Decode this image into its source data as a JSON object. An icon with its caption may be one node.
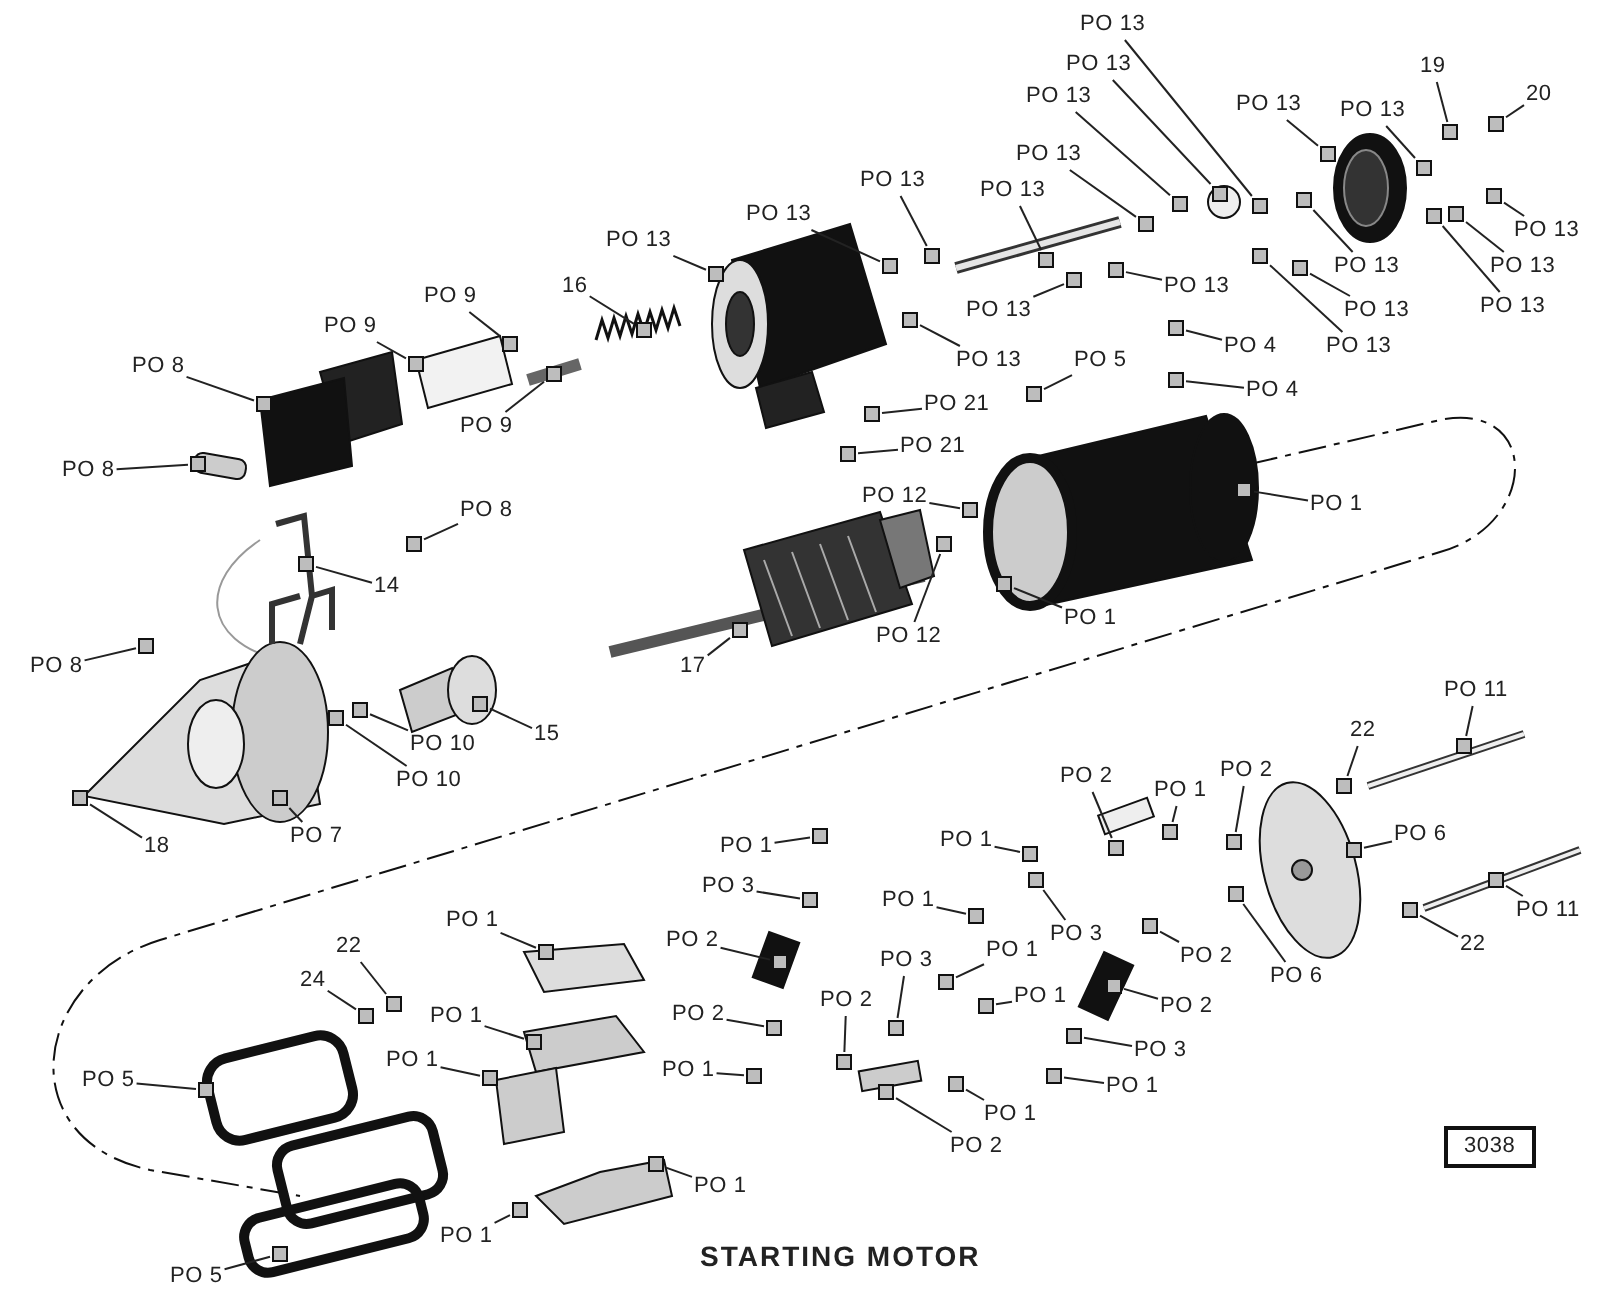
{
  "diagram": {
    "title": "STARTING MOTOR",
    "nodes": [
      {
        "text": [
          "PO 13"
        ]
      },
      {
        "text": [
          "PO 13"
        ]
      },
      {
        "text": [
          "19"
        ]
      },
      {
        "text": [
          "20"
        ]
      },
      {
        "text": [
          "PO 13"
        ]
      },
      {
        "text": [
          "PO 13"
        ]
      },
      {
        "text": [
          "PO 13"
        ]
      },
      {
        "text": [
          "PO 13"
        ]
      },
      {
        "text": [
          "PO 13"
        ]
      },
      {
        "text": [
          "PO 13"
        ]
      },
      {
        "text": [
          "PO 13"
        ]
      },
      {
        "text": [
          "PO 13"
        ]
      },
      {
        "text": [
          "PO 13"
        ]
      },
      {
        "text": [
          "PO 13"
        ]
      },
      {
        "text": [
          "PO 13"
        ]
      },
      {
        "text": [
          "PO 13"
        ]
      },
      {
        "text": [
          "16"
        ]
      },
      {
        "text": [
          "PO 9"
        ]
      },
      {
        "text": [
          "PO 13"
        ]
      },
      {
        "text": [
          "PO 13"
        ]
      },
      {
        "text": [
          "PO 13"
        ]
      },
      {
        "text": [
          "PO 9"
        ]
      },
      {
        "text": [
          "PO 13"
        ]
      },
      {
        "text": [
          "PO 4"
        ]
      },
      {
        "text": [
          "PO 13"
        ]
      },
      {
        "text": [
          "PO 5"
        ]
      },
      {
        "text": [
          "PO 8"
        ]
      },
      {
        "text": [
          "PO 4"
        ]
      },
      {
        "text": [
          "PO 21"
        ]
      },
      {
        "text": [
          "PO 9"
        ]
      },
      {
        "text": [
          "PO 21"
        ]
      },
      {
        "text": [
          "PO 8"
        ]
      },
      {
        "text": [
          "PO 12"
        ]
      },
      {
        "text": [
          "PO 1"
        ]
      },
      {
        "text": [
          "PO 8"
        ]
      },
      {
        "text": [
          "14"
        ]
      },
      {
        "text": [
          "PO 1"
        ]
      },
      {
        "text": [
          "PO 12"
        ]
      },
      {
        "text": [
          "PO 8"
        ]
      },
      {
        "text": [
          "17"
        ]
      },
      {
        "text": [
          "PO 11"
        ]
      },
      {
        "text": [
          "22"
        ]
      },
      {
        "text": [
          "15"
        ]
      },
      {
        "text": [
          "PO 10"
        ]
      },
      {
        "text": [
          "PO 2"
        ]
      },
      {
        "text": [
          "PO 2"
        ]
      },
      {
        "text": [
          "PO 10"
        ]
      },
      {
        "text": [
          "PO 1"
        ]
      },
      {
        "text": [
          "PO 6"
        ]
      },
      {
        "text": [
          "PO 7"
        ]
      },
      {
        "text": [
          "PO 1"
        ]
      },
      {
        "text": [
          "18"
        ]
      },
      {
        "text": [
          "PO 1"
        ]
      },
      {
        "text": [
          "PO 3"
        ]
      },
      {
        "text": [
          "PO 1"
        ]
      },
      {
        "text": [
          "PO 11"
        ]
      },
      {
        "text": [
          "PO 1"
        ]
      },
      {
        "text": [
          "PO 3"
        ]
      },
      {
        "text": [
          "PO 2"
        ]
      },
      {
        "text": [
          "22"
        ]
      },
      {
        "text": [
          "22"
        ]
      },
      {
        "text": [
          "PO 1"
        ]
      },
      {
        "text": [
          "PO 2"
        ]
      },
      {
        "text": [
          "PO 3"
        ]
      },
      {
        "text": [
          "PO 6"
        ]
      },
      {
        "text": [
          "24"
        ]
      },
      {
        "text": [
          "PO 1"
        ]
      },
      {
        "text": [
          "PO 2"
        ]
      },
      {
        "text": [
          "PO 2"
        ]
      },
      {
        "text": [
          "PO 2"
        ]
      },
      {
        "text": [
          "PO 1"
        ]
      },
      {
        "text": [
          "PO 3"
        ]
      },
      {
        "text": [
          "PO 1"
        ]
      },
      {
        "text": [
          "PO 1"
        ]
      },
      {
        "text": [
          "PO 5"
        ]
      },
      {
        "text": [
          "PO 1"
        ]
      },
      {
        "text": [
          "PO 1"
        ]
      },
      {
        "text": [
          "PO 2"
        ]
      },
      {
        "text": [
          "PO 1"
        ]
      },
      {
        "text": [
          "PO 1"
        ]
      },
      {
        "text": [
          "PO 5"
        ]
      },
      {
        "text": [
          "3038"
        ]
      },
      {
        "text": [],
        "shape": "box"
      },
      {
        "text": [],
        "shape": "box"
      },
      {
        "text": [],
        "shape": "box"
      },
      {
        "text": [],
        "shape": "box"
      },
      {
        "text": [],
        "shape": "box"
      },
      {
        "text": [],
        "shape": "box"
      },
      {
        "text": [],
        "shape": "box"
      },
      {
        "text": [],
        "shape": "box"
      },
      {
        "text": [],
        "shape": "box"
      },
      {
        "text": [],
        "shape": "box"
      },
      {
        "text": [],
        "shape": "box"
      },
      {
        "text": [],
        "shape": "box"
      },
      {
        "text": [],
        "shape": "box"
      },
      {
        "text": [],
        "shape": "box"
      },
      {
        "text": [],
        "shape": "box"
      },
      {
        "text": [],
        "shape": "box"
      },
      {
        "text": [],
        "shape": "box"
      },
      {
        "text": [],
        "shape": "box"
      },
      {
        "text": [],
        "shape": "box"
      },
      {
        "text": [],
        "shape": "box"
      },
      {
        "text": [],
        "shape": "box"
      },
      {
        "text": [],
        "shape": "box"
      },
      {
        "text": [],
        "shape": "box"
      },
      {
        "text": [],
        "shape": "box"
      },
      {
        "text": [],
        "shape": "box"
      },
      {
        "text": [],
        "shape": "box"
      },
      {
        "text": [],
        "shape": "box"
      },
      {
        "text": [],
        "shape": "box"
      },
      {
        "text": [],
        "shape": "box"
      },
      {
        "text": [],
        "shape": "box"
      },
      {
        "text": [],
        "shape": "box"
      },
      {
        "text": [],
        "shape": "box"
      },
      {
        "text": [],
        "shape": "box"
      },
      {
        "text": [],
        "shape": "box"
      },
      {
        "text": [],
        "shape": "box"
      },
      {
        "text": [],
        "shape": "box"
      },
      {
        "text": [],
        "shape": "box"
      },
      {
        "text": [],
        "shape": "box"
      },
      {
        "text": [],
        "shape": "box"
      },
      {
        "text": [],
        "shape": "box"
      },
      {
        "text": [],
        "shape": "box"
      },
      {
        "text": [],
        "shape": "box"
      },
      {
        "text": [],
        "shape": "box"
      },
      {
        "text": [],
        "shape": "box"
      },
      {
        "text": [],
        "shape": "box"
      },
      {
        "text": [],
        "shape": "box"
      },
      {
        "text": [],
        "shape": "box"
      },
      {
        "text": [],
        "shape": "box"
      },
      {
        "text": [],
        "shape": "box"
      },
      {
        "text": [],
        "shape": "box"
      },
      {
        "text": [],
        "shape": "box"
      },
      {
        "text": [],
        "shape": "box"
      },
      {
        "text": [],
        "shape": "box"
      },
      {
        "text": [],
        "shape": "box"
      },
      {
        "text": [],
        "shape": "box"
      },
      {
        "text": [],
        "shape": "box"
      },
      {
        "text": [],
        "shape": "box"
      },
      {
        "text": [],
        "shape": "box"
      },
      {
        "text": [],
        "shape": "box"
      },
      {
        "text": [],
        "shape": "box"
      },
      {
        "text": [],
        "shape": "box"
      },
      {
        "text": [],
        "shape": "box"
      },
      {
        "text": [],
        "shape": "box"
      },
      {
        "text": [],
        "shape": "box"
      },
      {
        "text": [],
        "shape": "box"
      },
      {
        "text": [],
        "shape": "box"
      },
      {
        "text": [],
        "shape": "box"
      },
      {
        "text": [],
        "shape": "box"
      },
      {
        "text": [],
        "shape": "box"
      },
      {
        "text": [],
        "shape": "box"
      },
      {
        "text": [],
        "shape": "box"
      },
      {
        "text": [],
        "shape": "box"
      },
      {
        "text": [],
        "shape": "box"
      },
      {
        "text": [],
        "shape": "box"
      },
      {
        "text": [],
        "shape": "box"
      },
      {
        "text": [],
        "shape": "box"
      },
      {
        "text": [],
        "shape": "box"
      },
      {
        "text": [],
        "shape": "box"
      },
      {
        "text": [],
        "shape": "box"
      },
      {
        "text": [],
        "shape": "box"
      },
      {
        "text": [],
        "shape": "box"
      }
    ],
    "edges": [
      {
        "from": 0,
        "to": 82,
        "arrow": "none"
      },
      {
        "from": 1,
        "to": 83,
        "arrow": "none"
      },
      {
        "from": 2,
        "to": 84,
        "arrow": "none"
      },
      {
        "from": 3,
        "to": 85,
        "arrow": "none"
      },
      {
        "from": 4,
        "to": 86,
        "arrow": "none"
      },
      {
        "from": 5,
        "to": 87,
        "arrow": "none"
      },
      {
        "from": 6,
        "to": 88,
        "arrow": "none"
      },
      {
        "from": 7,
        "to": 89,
        "arrow": "none"
      },
      {
        "from": 8,
        "to": 90,
        "arrow": "none"
      },
      {
        "from": 9,
        "to": 91,
        "arrow": "none"
      },
      {
        "from": 10,
        "to": 92,
        "arrow": "none"
      },
      {
        "from": 11,
        "to": 93,
        "arrow": "none"
      },
      {
        "from": 12,
        "to": 94,
        "arrow": "none"
      },
      {
        "from": 13,
        "to": 95,
        "arrow": "none"
      },
      {
        "from": 14,
        "to": 96,
        "arrow": "none"
      },
      {
        "from": 15,
        "to": 97,
        "arrow": "none"
      },
      {
        "from": 16,
        "to": 98,
        "arrow": "none"
      },
      {
        "from": 17,
        "to": 99,
        "arrow": "none"
      },
      {
        "from": 18,
        "to": 100,
        "arrow": "none"
      },
      {
        "from": 19,
        "to": 101,
        "arrow": "none"
      },
      {
        "from": 20,
        "to": 102,
        "arrow": "none"
      },
      {
        "from": 21,
        "to": 103,
        "arrow": "none"
      },
      {
        "from": 22,
        "to": 104,
        "arrow": "none"
      },
      {
        "from": 23,
        "to": 105,
        "arrow": "none"
      },
      {
        "from": 24,
        "to": 106,
        "arrow": "none"
      },
      {
        "from": 25,
        "to": 107,
        "arrow": "none"
      },
      {
        "from": 26,
        "to": 108,
        "arrow": "none"
      },
      {
        "from": 27,
        "to": 109,
        "arrow": "none"
      },
      {
        "from": 28,
        "to": 110,
        "arrow": "none"
      },
      {
        "from": 29,
        "to": 111,
        "arrow": "none"
      },
      {
        "from": 30,
        "to": 112,
        "arrow": "none"
      },
      {
        "from": 31,
        "to": 113,
        "arrow": "none"
      },
      {
        "from": 32,
        "to": 114,
        "arrow": "none"
      },
      {
        "from": 33,
        "to": 115,
        "arrow": "none"
      },
      {
        "from": 34,
        "to": 116,
        "arrow": "none"
      },
      {
        "from": 35,
        "to": 117,
        "arrow": "none"
      },
      {
        "from": 36,
        "to": 118,
        "arrow": "none"
      },
      {
        "from": 37,
        "to": 119,
        "arrow": "none"
      },
      {
        "from": 38,
        "to": 120,
        "arrow": "none"
      },
      {
        "from": 39,
        "to": 121,
        "arrow": "none"
      },
      {
        "from": 40,
        "to": 122,
        "arrow": "none"
      },
      {
        "from": 41,
        "to": 123,
        "arrow": "none"
      },
      {
        "from": 42,
        "to": 124,
        "arrow": "none"
      },
      {
        "from": 43,
        "to": 125,
        "arrow": "none"
      },
      {
        "from": 44,
        "to": 126,
        "arrow": "none"
      },
      {
        "from": 45,
        "to": 127,
        "arrow": "none"
      },
      {
        "from": 46,
        "to": 128,
        "arrow": "none"
      },
      {
        "from": 47,
        "to": 129,
        "arrow": "none"
      },
      {
        "from": 48,
        "to": 130,
        "arrow": "none"
      },
      {
        "from": 49,
        "to": 131,
        "arrow": "none"
      },
      {
        "from": 50,
        "to": 132,
        "arrow": "none"
      },
      {
        "from": 51,
        "to": 133,
        "arrow": "none"
      },
      {
        "from": 52,
        "to": 134,
        "arrow": "none"
      },
      {
        "from": 53,
        "to": 135,
        "arrow": "none"
      },
      {
        "from": 54,
        "to": 136,
        "arrow": "none"
      },
      {
        "from": 55,
        "to": 137,
        "arrow": "none"
      },
      {
        "from": 56,
        "to": 138,
        "arrow": "none"
      },
      {
        "from": 57,
        "to": 139,
        "arrow": "none"
      },
      {
        "from": 58,
        "to": 140,
        "arrow": "none"
      },
      {
        "from": 59,
        "to": 141,
        "arrow": "none"
      },
      {
        "from": 60,
        "to": 142,
        "arrow": "none"
      },
      {
        "from": 61,
        "to": 143,
        "arrow": "none"
      },
      {
        "from": 62,
        "to": 144,
        "arrow": "none"
      },
      {
        "from": 63,
        "to": 145,
        "arrow": "none"
      },
      {
        "from": 64,
        "to": 146,
        "arrow": "none"
      },
      {
        "from": 65,
        "to": 147,
        "arrow": "none"
      },
      {
        "from": 66,
        "to": 148,
        "arrow": "none"
      },
      {
        "from": 67,
        "to": 149,
        "arrow": "none"
      },
      {
        "from": 68,
        "to": 150,
        "arrow": "none"
      },
      {
        "from": 69,
        "to": 151,
        "arrow": "none"
      },
      {
        "from": 70,
        "to": 152,
        "arrow": "none"
      },
      {
        "from": 71,
        "to": 153,
        "arrow": "none"
      },
      {
        "from": 72,
        "to": 154,
        "arrow": "none"
      },
      {
        "from": 73,
        "to": 155,
        "arrow": "none"
      },
      {
        "from": 74,
        "to": 156,
        "arrow": "none"
      },
      {
        "from": 75,
        "to": 157,
        "arrow": "none"
      },
      {
        "from": 76,
        "to": 158,
        "arrow": "none"
      },
      {
        "from": 77,
        "to": 159,
        "arrow": "none"
      },
      {
        "from": 78,
        "to": 160,
        "arrow": "none"
      },
      {
        "from": 79,
        "to": 161,
        "arrow": "none"
      },
      {
        "from": 80,
        "to": 162,
        "arrow": "none"
      }
    ]
  }
}
